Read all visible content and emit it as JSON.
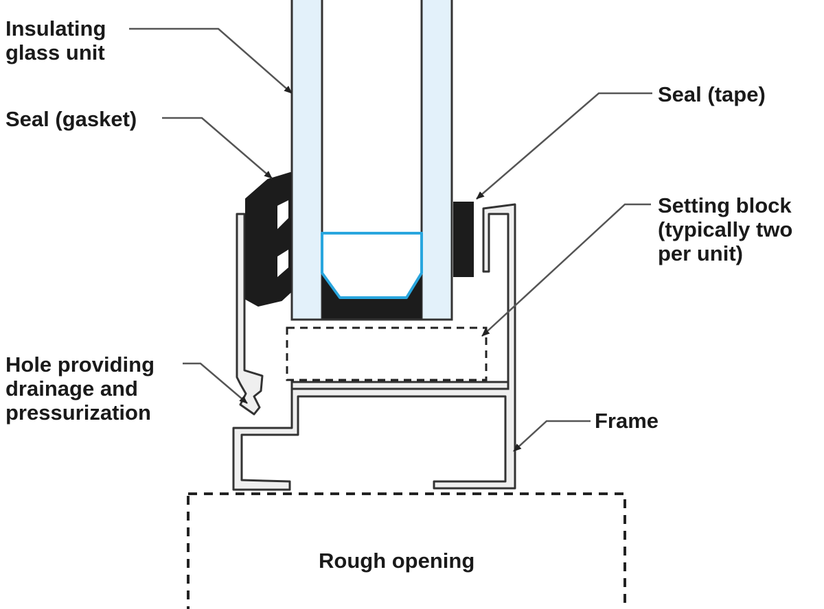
{
  "labels": {
    "insulating_glass_unit": [
      "Insulating",
      "glass unit"
    ],
    "seal_gasket": [
      "Seal (gasket)"
    ],
    "seal_tape": [
      "Seal (tape)"
    ],
    "setting_block": [
      "Setting block",
      "(typically two",
      "per unit)"
    ],
    "hole": [
      "Hole providing",
      "drainage and",
      "pressurization"
    ],
    "frame": [
      "Frame"
    ],
    "rough_opening": [
      "Rough opening"
    ]
  },
  "colors": {
    "glass_fill": "#e3f1fa",
    "outline": "#333333",
    "gasket": "#1c1c1c",
    "spacer": "#29a6de",
    "frame_fill": "#efefef",
    "leader": "#555555"
  }
}
